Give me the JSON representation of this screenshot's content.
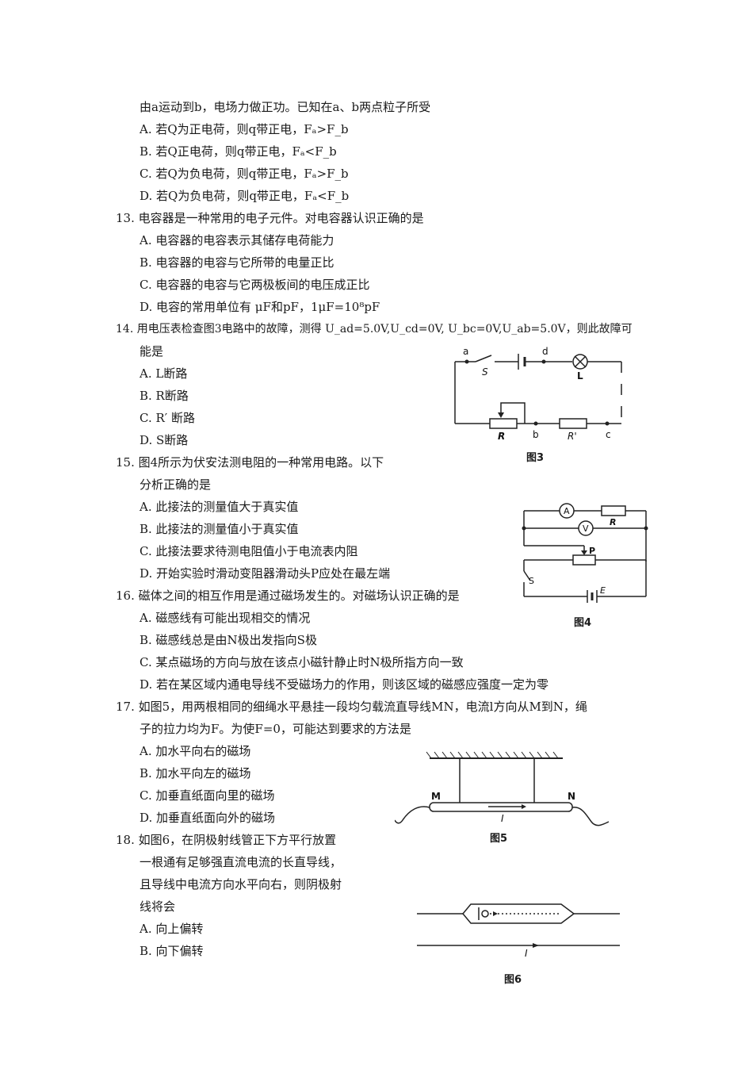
{
  "q12": {
    "stem_cont": "由a运动到b，电场力做正功。已知在a、b两点粒子所受",
    "options": [
      "A. 若Q为正电荷，则q带正电，Fₐ>F_b",
      "B. 若Q正电荷，则q带正电，Fₐ<F_b",
      "C. 若Q为负电荷，则q带正电，Fₐ>F_b",
      "D. 若Q为负电荷，则q带正电，Fₐ<F_b"
    ]
  },
  "q13": {
    "stem": "13. 电容器是一种常用的电子元件。对电容器认识正确的是",
    "options": [
      "A. 电容器的电容表示其储存电荷能力",
      "B. 电容器的电容与它所带的电量正比",
      "C. 电容器的电容与它两极板间的电压成正比",
      "D. 电容的常用单位有 μF和pF，1μF=10⁸pF"
    ]
  },
  "q14": {
    "stem1": "14. 用电压表检查图3电路中的故障，测得 U_ad=5.0V,U_cd=0V,  U_bc=0V,U_ab=5.0V，则此故障可",
    "stem2": "能是",
    "options": [
      "A. L断路",
      "B. R断路",
      "C. R′ 断路",
      "D. S断路"
    ]
  },
  "q15": {
    "stem1": "15. 图4所示为伏安法测电阻的一种常用电路。以下",
    "stem2": "分析正确的是",
    "options": [
      "A. 此接法的测量值大于真实值",
      "B. 此接法的测量值小于真实值",
      "C. 此接法要求待测电阻值小于电流表内阻",
      "D. 开始实验时滑动变阻器滑动头P应处在最左端"
    ]
  },
  "q16": {
    "stem": "16. 磁体之间的相互作用是通过磁场发生的。对磁场认识正确的是",
    "options": [
      "A. 磁感线有可能出现相交的情况",
      "B. 磁感线总是由N极出发指向S极",
      "C. 某点磁场的方向与放在该点小磁针静止时N极所指方向一致",
      "D. 若在某区域内通电导线不受磁场力的作用，则该区域的磁感应强度一定为零"
    ]
  },
  "q17": {
    "stem1": "17. 如图5，用两根相同的细绳水平悬挂一段均匀载流直导线MN，电流l方向从M到N，绳",
    "stem2": "子的拉力均为F。为使F=0，可能达到要求的方法是",
    "options": [
      "A. 加水平向右的磁场",
      "B. 加水平向左的磁场",
      "C. 加垂直纸面向里的磁场",
      "D. 加垂直纸面向外的磁场"
    ]
  },
  "q18": {
    "stem1": "18. 如图6，在阴极射线管正下方平行放置",
    "stem2": "一根通有足够强直流电流的长直导线，",
    "stem3": "且导线中电流方向水平向右，则阴极射",
    "stem4": "线将会",
    "options": [
      "A. 向上偏转",
      "B. 向下偏转"
    ]
  },
  "figures": {
    "fig3": {
      "caption": "图3",
      "labels": {
        "a": "a",
        "d": "d",
        "S": "S",
        "L": "L",
        "R": "R",
        "b": "b",
        "Rp": "R'",
        "c": "c"
      }
    },
    "fig4": {
      "caption": "图4",
      "labels": {
        "A": "A",
        "V": "V",
        "R": "R",
        "P": "P",
        "S": "S",
        "E": "E"
      }
    },
    "fig5": {
      "caption": "图5",
      "labels": {
        "M": "M",
        "N": "N",
        "I": "I"
      }
    },
    "fig6": {
      "caption": "图6",
      "labels": {
        "I": "I"
      }
    }
  }
}
